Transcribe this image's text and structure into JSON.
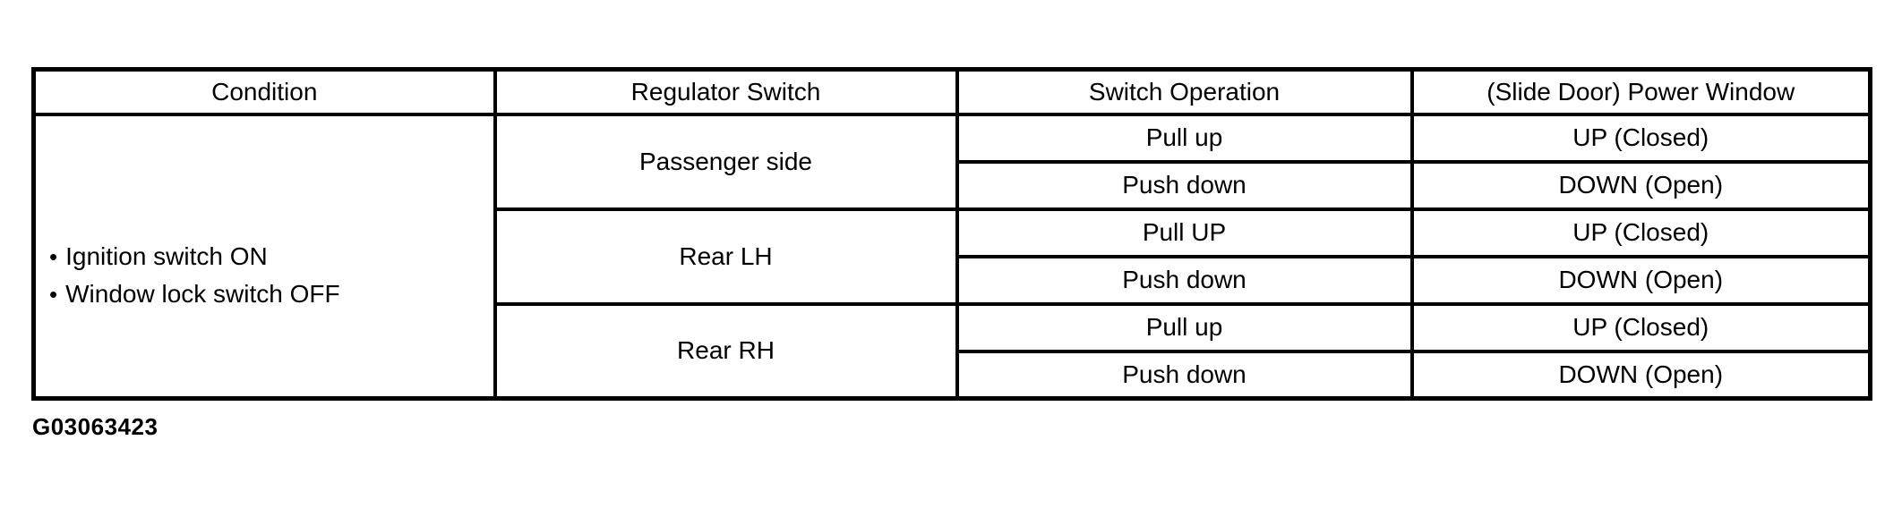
{
  "table": {
    "headers": [
      "Condition",
      "Regulator Switch",
      "Switch Operation",
      "(Slide Door) Power Window"
    ],
    "bullet": "•",
    "condition_items": [
      "Ignition switch ON",
      "Window lock switch OFF"
    ],
    "groups": [
      {
        "regulator_switch": "Passenger side",
        "rows": [
          {
            "operation": "Pull up",
            "power_window": "UP (Closed)"
          },
          {
            "operation": "Push down",
            "power_window": "DOWN (Open)"
          }
        ]
      },
      {
        "regulator_switch": "Rear LH",
        "rows": [
          {
            "operation": "Pull UP",
            "power_window": "UP (Closed)"
          },
          {
            "operation": "Push down",
            "power_window": "DOWN (Open)"
          }
        ]
      },
      {
        "regulator_switch": "Rear RH",
        "rows": [
          {
            "operation": "Pull up",
            "power_window": "UP (Closed)"
          },
          {
            "operation": "Push down",
            "power_window": "DOWN (Open)"
          }
        ]
      }
    ]
  },
  "caption": "G03063423",
  "colors": {
    "border": "#000000",
    "text": "#000000",
    "background": "#ffffff"
  }
}
